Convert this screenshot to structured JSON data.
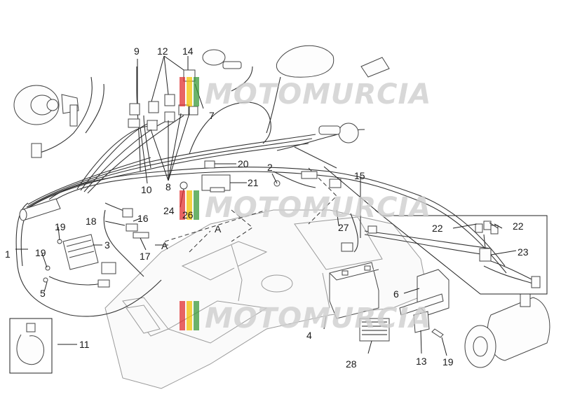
{
  "watermark": {
    "text": "MOTOMURCIA",
    "colors": [
      "#e03030",
      "#f2c200",
      "#3a9a3a"
    ]
  },
  "callouts": {
    "c1": "1",
    "c2": "2",
    "c3": "3",
    "c4": "4",
    "c5": "5",
    "c6": "6",
    "c7": "7",
    "c8": "8",
    "c9": "9",
    "c10": "10",
    "c11": "11",
    "c12": "12",
    "c13": "13",
    "c14": "14",
    "c15": "15",
    "c16": "16",
    "c17": "17",
    "c18": "18",
    "c19a": "19",
    "c19b": "19",
    "c19c": "19",
    "c20": "20",
    "c21": "21",
    "c22a": "22",
    "c22b": "22",
    "c23": "23",
    "c24": "24",
    "c26": "26",
    "c27": "27",
    "c28": "28",
    "refA1": "A",
    "refA2": "A"
  }
}
